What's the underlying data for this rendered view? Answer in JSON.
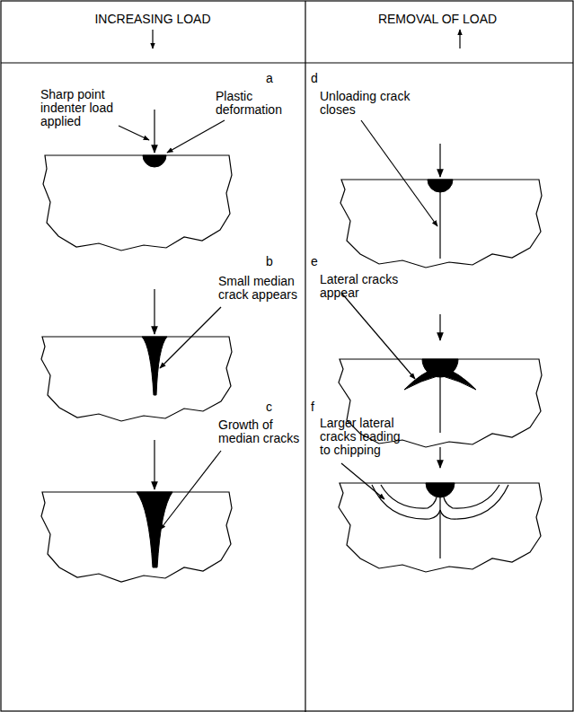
{
  "diagram": {
    "labels": [
      "INCREASING LOAD",
      "REMOVAL OF LOAD",
      "a",
      "Sharp point indenter load applied",
      "Plastic deformation",
      "b",
      "Small median crack appears",
      "c",
      "Growth of median cracks",
      "d",
      "Unloading crack closes",
      "e",
      "Lateral cracks appear",
      "f",
      "Larger lateral cracks leading to chipping"
    ]
  }
}
